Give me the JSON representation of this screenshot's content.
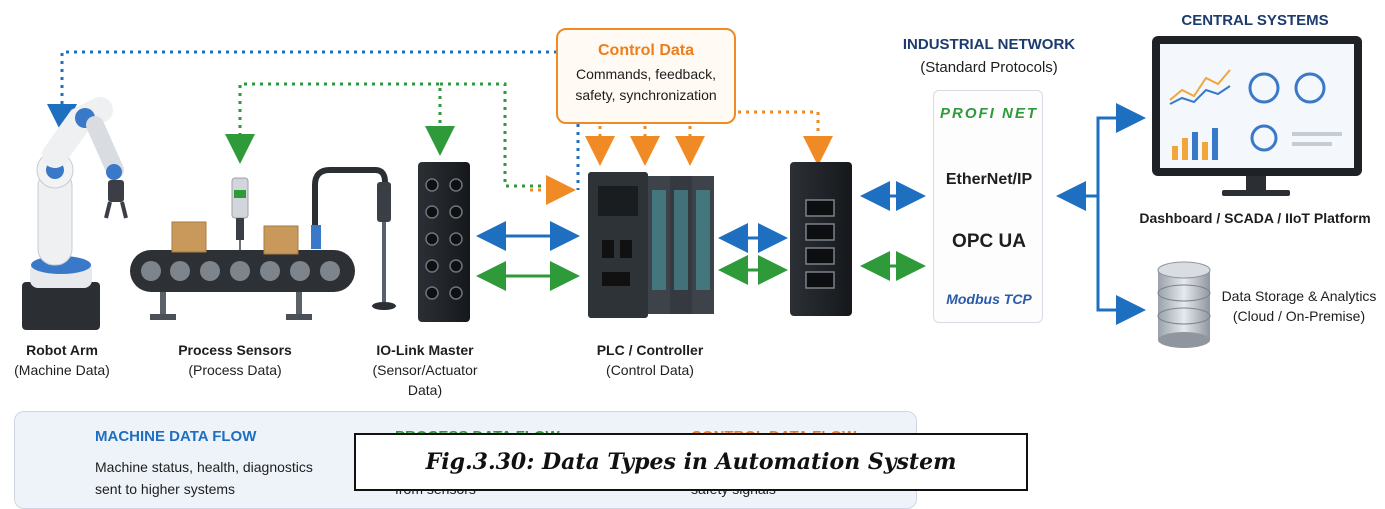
{
  "control_box": {
    "title": "Control Data",
    "lines": [
      "Commands, feedback,",
      "safety, synchronization"
    ]
  },
  "network": {
    "title": "INDUSTRIAL NETWORK",
    "subtitle": "(Standard Protocols)",
    "protocols": [
      "PROFI NET",
      "EtherNet/IP",
      "OPC UA",
      "Modbus TCP"
    ]
  },
  "central": {
    "title": "CENTRAL SYSTEMS",
    "dashboard_label": "Dashboard / SCADA / IIoT Platform",
    "storage_label": [
      "Data Storage & Analytics",
      "(Cloud / On-Premise)"
    ]
  },
  "devices": {
    "robot": {
      "name": "Robot Arm",
      "desc": "(Machine Data)"
    },
    "sensors": {
      "name": "Process Sensors",
      "desc": "(Process Data)"
    },
    "iolink": {
      "name": "IO-Link Master",
      "desc": [
        "(Sensor/Actuator",
        "Data)"
      ]
    },
    "plc": {
      "name": "PLC / Controller",
      "desc": "(Control Data)"
    }
  },
  "legend": {
    "machine": {
      "title": "MACHINE DATA FLOW",
      "lines": [
        "Machine status, health, diagnostics",
        "sent to higher systems"
      ]
    },
    "process": {
      "title": "PROCESS DATA FLOW",
      "lines": [
        "from sensors"
      ]
    },
    "control": {
      "title": "CONTROL DATA FLOW",
      "lines": [
        "safety signals"
      ]
    }
  },
  "caption": "Fig.3.30: Data Types in Automation System",
  "colors": {
    "machine_flow": "#1f6fc0",
    "process_flow": "#2e9a3a",
    "control_flow": "#f08a24",
    "heading": "#1c3b6e"
  }
}
